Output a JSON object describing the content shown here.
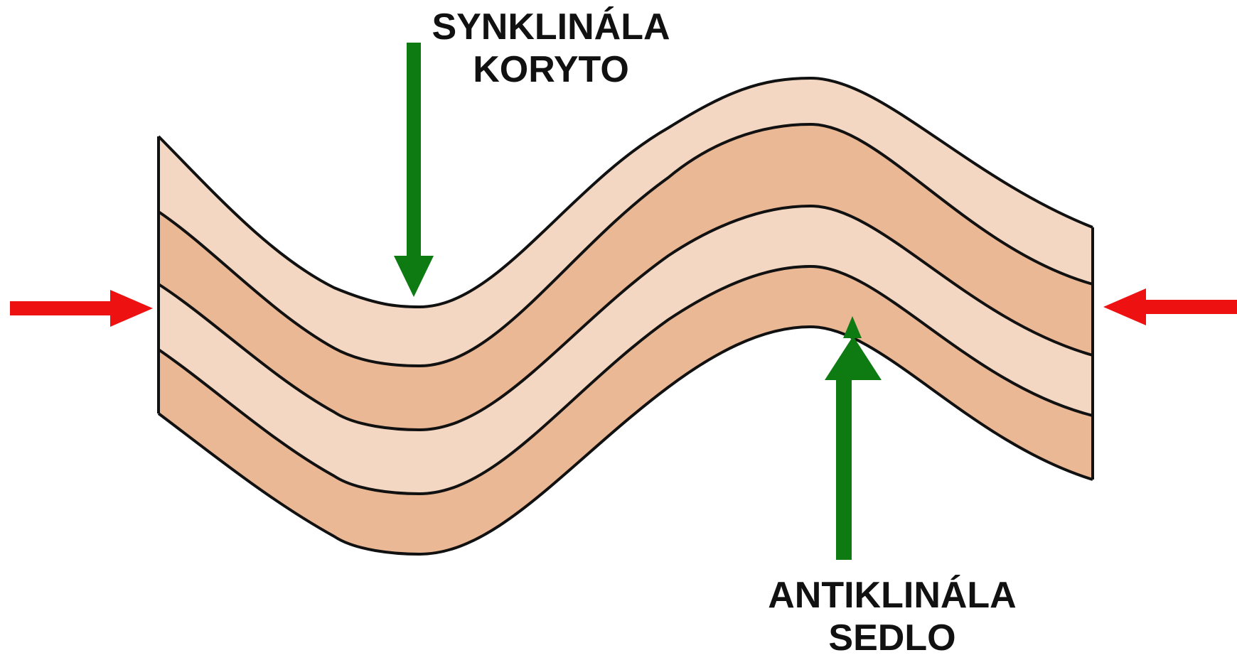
{
  "labels": {
    "syncline": {
      "line1": "SYNKLINÁLA",
      "line2": "KORYTO"
    },
    "anticline": {
      "line1": "ANTIKLINÁLA",
      "line2": "SEDLO"
    }
  },
  "colors": {
    "layer_light": "#f3d7c2",
    "layer_dark": "#ebb896",
    "outline": "#111111",
    "arrow_green": "#0e7a12",
    "arrow_red": "#ee1111"
  }
}
